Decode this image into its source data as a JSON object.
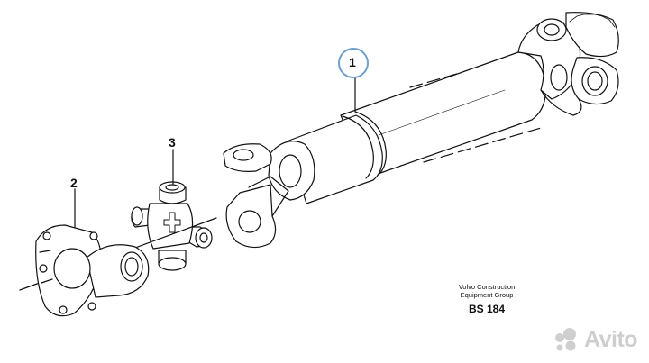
{
  "diagram": {
    "callouts": [
      {
        "id": "1",
        "label": "1",
        "circled": true
      },
      {
        "id": "2",
        "label": "2",
        "circled": false
      },
      {
        "id": "3",
        "label": "3",
        "circled": false
      }
    ],
    "credit": {
      "line1": "Volvo Construction",
      "line2": "Equipment Group",
      "code": "BS 184"
    },
    "watermark": {
      "text": "Avito"
    },
    "colors": {
      "stroke": "#111111",
      "callout_ring": "#6f9fcb",
      "watermark": "#c8c8c8"
    }
  }
}
